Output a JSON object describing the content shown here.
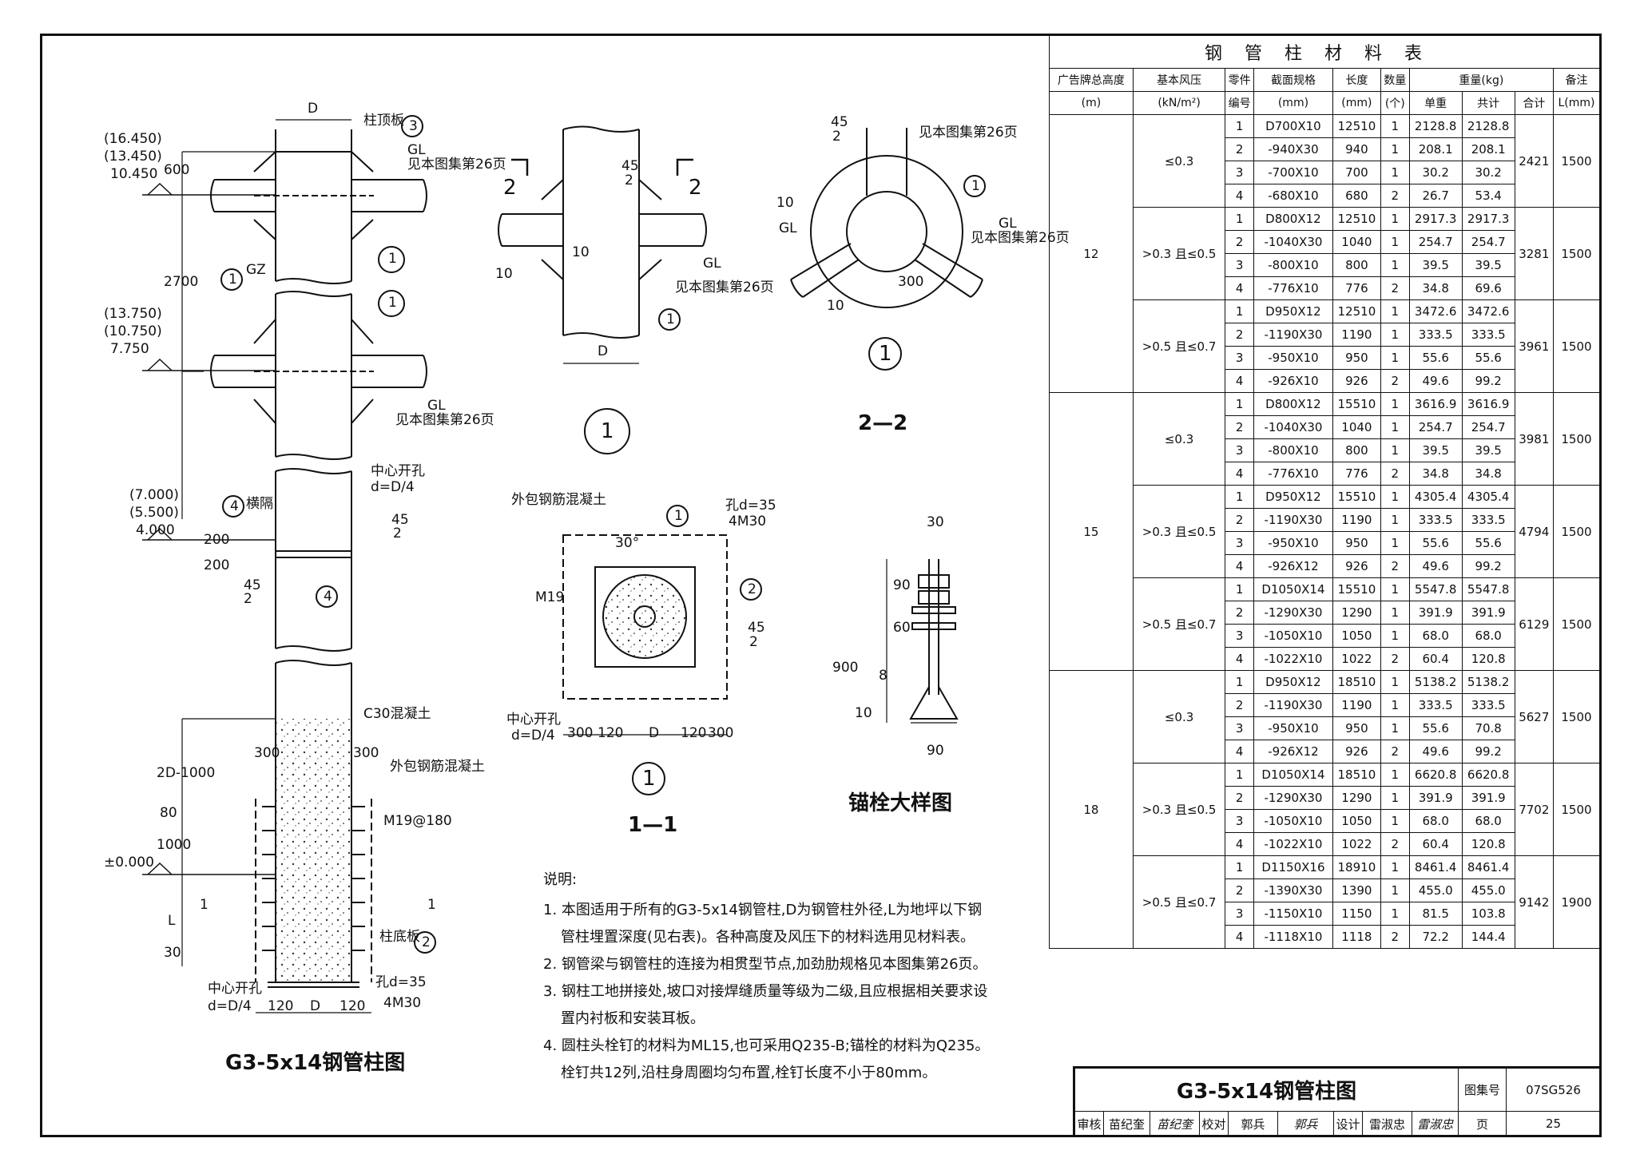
{
  "drawing": {
    "main_title": "G3-5x14钢管柱图",
    "detail1_title": "1",
    "section22_title": "2—2",
    "section11_title": "1—1",
    "anchor_title": "锚栓大样图",
    "labels": {
      "d": "D",
      "column_top_plate": "柱顶板",
      "gl": "GL",
      "see_p26": "见本图集第26页",
      "gz": "GZ",
      "lv1": "(16.450)",
      "lv2": "(13.450)",
      "lv3": "10.450",
      "lv4": "(13.750)",
      "lv5": "(10.750)",
      "lv6": "7.750",
      "lv7": "(7.000)",
      "lv8": "(5.500)",
      "lv9": "4.000",
      "lv10": "±0.000",
      "dim600": "600",
      "dim2700": "2700",
      "dim200a": "200",
      "dim200b": "200",
      "center_hole": "中心开孔",
      "d_d4": "d=D/4",
      "diaphragm": "横隔",
      "c30": "C30混凝土",
      "outer_rc": "外包钢筋混凝土",
      "dim300": "300",
      "dim2d1000": "2D-1000",
      "dim80": "80",
      "dim1000": "1000",
      "m19": "M19@180",
      "l": "L",
      "dim30": "30",
      "base_plate": "柱底板",
      "hole35": "孔d=35",
      "m30": "4M30",
      "dim120": "120",
      "weld45": "45",
      "weld2": "2",
      "weld10": "10",
      "m19b": "M19",
      "angle30": "30°",
      "dim90": "90",
      "dim60": "60",
      "dim900": "900",
      "dim8": "8",
      "dim10": "10",
      "n1": "1",
      "n2": "2",
      "n3": "3",
      "n4": "4",
      "two": "2"
    }
  },
  "material_table": {
    "caption": "钢管柱材料表",
    "headers": {
      "height": "广告牌总高度",
      "height_unit": "(m)",
      "wind": "基本风压",
      "wind_unit": "(kN/m²)",
      "part": "零件",
      "part2": "编号",
      "section": "截面规格",
      "section_unit": "(mm)",
      "length": "长度",
      "length_unit": "(mm)",
      "qty": "数量",
      "qty_unit": "(个)",
      "weight": "重量(kg)",
      "unit_w": "单重",
      "sum_w": "共计",
      "total": "合计",
      "note": "备注",
      "note_unit": "L(mm)"
    },
    "groups": [
      {
        "height": "12",
        "blocks": [
          {
            "wind": "≤0.3",
            "total": "2421",
            "L": "1500",
            "rows": [
              [
                "1",
                "D700X10",
                "12510",
                "1",
                "2128.8",
                "2128.8"
              ],
              [
                "2",
                "-940X30",
                "940",
                "1",
                "208.1",
                "208.1"
              ],
              [
                "3",
                "-700X10",
                "700",
                "1",
                "30.2",
                "30.2"
              ],
              [
                "4",
                "-680X10",
                "680",
                "2",
                "26.7",
                "53.4"
              ]
            ]
          },
          {
            "wind": ">0.3 且≤0.5",
            "total": "3281",
            "L": "1500",
            "rows": [
              [
                "1",
                "D800X12",
                "12510",
                "1",
                "2917.3",
                "2917.3"
              ],
              [
                "2",
                "-1040X30",
                "1040",
                "1",
                "254.7",
                "254.7"
              ],
              [
                "3",
                "-800X10",
                "800",
                "1",
                "39.5",
                "39.5"
              ],
              [
                "4",
                "-776X10",
                "776",
                "2",
                "34.8",
                "69.6"
              ]
            ]
          },
          {
            "wind": ">0.5 且≤0.7",
            "total": "3961",
            "L": "1500",
            "rows": [
              [
                "1",
                "D950X12",
                "12510",
                "1",
                "3472.6",
                "3472.6"
              ],
              [
                "2",
                "-1190X30",
                "1190",
                "1",
                "333.5",
                "333.5"
              ],
              [
                "3",
                "-950X10",
                "950",
                "1",
                "55.6",
                "55.6"
              ],
              [
                "4",
                "-926X10",
                "926",
                "2",
                "49.6",
                "99.2"
              ]
            ]
          }
        ]
      },
      {
        "height": "15",
        "blocks": [
          {
            "wind": "≤0.3",
            "total": "3981",
            "L": "1500",
            "rows": [
              [
                "1",
                "D800X12",
                "15510",
                "1",
                "3616.9",
                "3616.9"
              ],
              [
                "2",
                "-1040X30",
                "1040",
                "1",
                "254.7",
                "254.7"
              ],
              [
                "3",
                "-800X10",
                "800",
                "1",
                "39.5",
                "39.5"
              ],
              [
                "4",
                "-776X10",
                "776",
                "2",
                "34.8",
                "34.8"
              ]
            ]
          },
          {
            "wind": ">0.3 且≤0.5",
            "total": "4794",
            "L": "1500",
            "rows": [
              [
                "1",
                "D950X12",
                "15510",
                "1",
                "4305.4",
                "4305.4"
              ],
              [
                "2",
                "-1190X30",
                "1190",
                "1",
                "333.5",
                "333.5"
              ],
              [
                "3",
                "-950X10",
                "950",
                "1",
                "55.6",
                "55.6"
              ],
              [
                "4",
                "-926X12",
                "926",
                "2",
                "49.6",
                "99.2"
              ]
            ]
          },
          {
            "wind": ">0.5 且≤0.7",
            "total": "6129",
            "L": "1500",
            "rows": [
              [
                "1",
                "D1050X14",
                "15510",
                "1",
                "5547.8",
                "5547.8"
              ],
              [
                "2",
                "-1290X30",
                "1290",
                "1",
                "391.9",
                "391.9"
              ],
              [
                "3",
                "-1050X10",
                "1050",
                "1",
                "68.0",
                "68.0"
              ],
              [
                "4",
                "-1022X10",
                "1022",
                "2",
                "60.4",
                "120.8"
              ]
            ]
          }
        ]
      },
      {
        "height": "18",
        "blocks": [
          {
            "wind": "≤0.3",
            "total": "5627",
            "L": "1500",
            "rows": [
              [
                "1",
                "D950X12",
                "18510",
                "1",
                "5138.2",
                "5138.2"
              ],
              [
                "2",
                "-1190X30",
                "1190",
                "1",
                "333.5",
                "333.5"
              ],
              [
                "3",
                "-950X10",
                "950",
                "1",
                "55.6",
                "70.8"
              ],
              [
                "4",
                "-926X12",
                "926",
                "2",
                "49.6",
                "99.2"
              ]
            ]
          },
          {
            "wind": ">0.3 且≤0.5",
            "total": "7702",
            "L": "1500",
            "rows": [
              [
                "1",
                "D1050X14",
                "18510",
                "1",
                "6620.8",
                "6620.8"
              ],
              [
                "2",
                "-1290X30",
                "1290",
                "1",
                "391.9",
                "391.9"
              ],
              [
                "3",
                "-1050X10",
                "1050",
                "1",
                "68.0",
                "68.0"
              ],
              [
                "4",
                "-1022X10",
                "1022",
                "2",
                "60.4",
                "120.8"
              ]
            ]
          },
          {
            "wind": ">0.5 且≤0.7",
            "total": "9142",
            "L": "1900",
            "rows": [
              [
                "1",
                "D1150X16",
                "18910",
                "1",
                "8461.4",
                "8461.4"
              ],
              [
                "2",
                "-1390X30",
                "1390",
                "1",
                "455.0",
                "455.0"
              ],
              [
                "3",
                "-1150X10",
                "1150",
                "1",
                "81.5",
                "103.8"
              ],
              [
                "4",
                "-1118X10",
                "1118",
                "2",
                "72.2",
                "144.4"
              ]
            ]
          }
        ]
      }
    ]
  },
  "notes": {
    "heading": "说明:",
    "items": [
      "1. 本图适用于所有的G3-5x14钢管柱,D为钢管柱外径,L为地坪以下钢管柱埋置深度(见右表)。各种高度及风压下的材料选用见材料表。",
      "2. 钢管梁与钢管柱的连接为相贯型节点,加劲肋规格见本图集第26页。",
      "3. 钢柱工地拼接处,坡口对接焊缝质量等级为二级,且应根据相关要求设置内衬板和安装耳板。",
      "4. 圆柱头栓钉的材料为ML15,也可采用Q235-B;锚栓的材料为Q235。栓钉共12列,沿柱身周圈均匀布置,栓钉长度不小于80mm。"
    ]
  },
  "title_block": {
    "title": "G3-5x14钢管柱图",
    "atlas_label": "图集号",
    "atlas_no": "07SG526",
    "review": "审核",
    "reviewer": "苗纪奎",
    "reviewer_sig": "苗纪奎",
    "check": "校对",
    "checker": "郭兵",
    "checker_sig": "郭兵",
    "design": "设计",
    "designer": "雷淑忠",
    "designer_sig": "雷淑忠",
    "page_label": "页",
    "page_no": "25"
  }
}
